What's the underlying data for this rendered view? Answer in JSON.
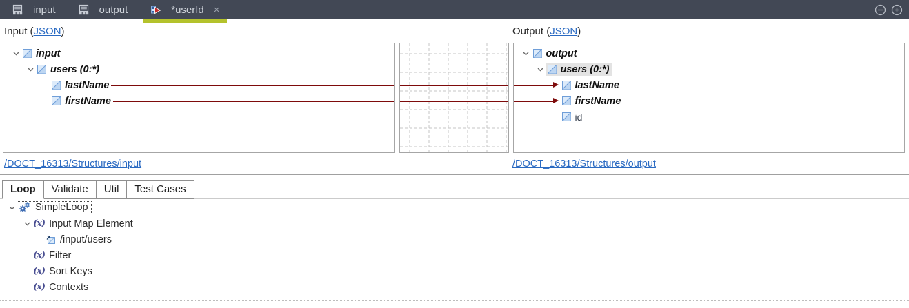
{
  "colors": {
    "topbar_bg": "#424855",
    "active_tab_underline": "#b4c22c",
    "mapping_line": "#7e0b0b",
    "link_blue": "#2a6ac2",
    "selection_bg": "#e3e3e3"
  },
  "topbar": {
    "tabs": [
      {
        "label": "input",
        "icon": "structure-icon",
        "active": false,
        "closable": false
      },
      {
        "label": "output",
        "icon": "structure-icon",
        "active": false,
        "closable": false
      },
      {
        "label": "*userId",
        "icon": "mapping-icon",
        "active": true,
        "closable": true
      }
    ],
    "close_glyph": "×",
    "window_controls": [
      {
        "name": "collapse-button",
        "icon": "circle-minus-icon"
      },
      {
        "name": "expand-button",
        "icon": "circle-plus-icon"
      }
    ]
  },
  "mapper": {
    "input_header": {
      "pre": "Input (",
      "link": "JSON",
      "post": ")"
    },
    "output_header": {
      "pre": "Output (",
      "link": "JSON",
      "post": ")"
    },
    "input_tree": [
      {
        "label": "input",
        "level": 0,
        "expandable": true,
        "style": "struct",
        "mapped": false
      },
      {
        "label": "users (0:*)",
        "level": 1,
        "expandable": true,
        "style": "struct",
        "mapped": false
      },
      {
        "label": "lastName",
        "level": 2,
        "expandable": false,
        "style": "struct",
        "mapped": true
      },
      {
        "label": "firstName",
        "level": 2,
        "expandable": false,
        "style": "struct",
        "mapped": true
      }
    ],
    "output_tree": [
      {
        "label": "output",
        "level": 0,
        "expandable": true,
        "style": "struct",
        "mapped": false,
        "selected": false
      },
      {
        "label": "users (0:*)",
        "level": 1,
        "expandable": true,
        "style": "struct",
        "mapped": false,
        "selected": true
      },
      {
        "label": "lastName",
        "level": 2,
        "expandable": false,
        "style": "struct",
        "mapped": true,
        "selected": false
      },
      {
        "label": "firstName",
        "level": 2,
        "expandable": false,
        "style": "struct",
        "mapped": true,
        "selected": false
      },
      {
        "label": "id",
        "level": 2,
        "expandable": false,
        "style": "plain",
        "mapped": false,
        "selected": false
      }
    ],
    "mappings": [
      {
        "from": "lastName",
        "to": "lastName"
      },
      {
        "from": "firstName",
        "to": "firstName"
      }
    ],
    "input_link": "/DOCT_16313/Structures/input",
    "output_link": "/DOCT_16313/Structures/output"
  },
  "bottom": {
    "tabs": [
      {
        "label": "Loop",
        "active": true
      },
      {
        "label": "Validate",
        "active": false
      },
      {
        "label": "Util",
        "active": false
      },
      {
        "label": "Test Cases",
        "active": false
      }
    ],
    "tree": [
      {
        "label": "SimpleLoop",
        "level": 0,
        "icon": "gears-icon",
        "expandable": true,
        "focused": true
      },
      {
        "label": "Input Map Element",
        "level": 1,
        "icon": "function-icon",
        "expandable": true,
        "focused": false
      },
      {
        "label": "/input/users",
        "level": 2,
        "icon": "field-ref-icon",
        "expandable": false,
        "focused": false
      },
      {
        "label": "Filter",
        "level": 1,
        "icon": "function-icon",
        "expandable": false,
        "focused": false
      },
      {
        "label": "Sort Keys",
        "level": 1,
        "icon": "function-icon",
        "expandable": false,
        "focused": false
      },
      {
        "label": "Contexts",
        "level": 1,
        "icon": "function-icon",
        "expandable": false,
        "focused": false
      }
    ]
  }
}
